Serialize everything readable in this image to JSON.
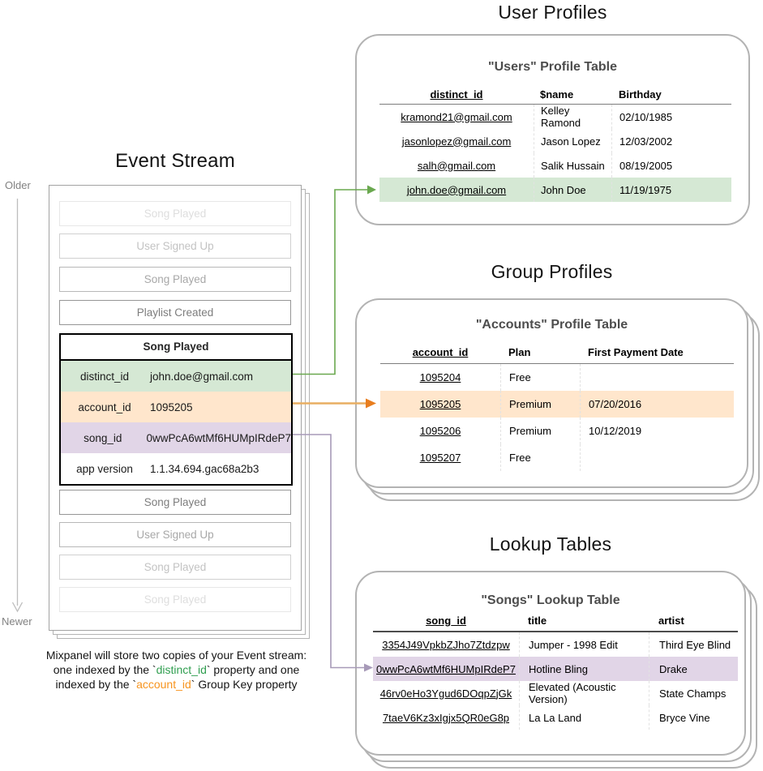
{
  "event_stream": {
    "title": "Event Stream",
    "older_label": "Older",
    "newer_label": "Newer",
    "events_before": [
      {
        "label": "Song Played",
        "fade": 3
      },
      {
        "label": "User Signed Up",
        "fade": 2
      },
      {
        "label": "Song Played",
        "fade": 1
      },
      {
        "label": "Playlist Created",
        "fade": 0
      }
    ],
    "detail_event": {
      "title": "Song Played",
      "properties": [
        {
          "key": "distinct_id",
          "value": "john.doe@gmail.com",
          "highlight": "green"
        },
        {
          "key": "account_id",
          "value": "1095205",
          "highlight": "orange"
        },
        {
          "key": "song_id",
          "value": "0wwPcA6wtMf6HUMpIRdeP7",
          "highlight": "purple"
        },
        {
          "key": "app version",
          "value": "1.1.34.694.gac68a2b3",
          "highlight": "none"
        }
      ]
    },
    "events_after": [
      {
        "label": "Song Played",
        "fade": 0
      },
      {
        "label": "User Signed Up",
        "fade": 1
      },
      {
        "label": "Song Played",
        "fade": 2
      },
      {
        "label": "Song Played",
        "fade": 3
      }
    ]
  },
  "user_profiles": {
    "section_title": "User Profiles",
    "table_title": "\"Users\" Profile Table",
    "columns": [
      "distinct_id",
      "$name",
      "Birthday"
    ],
    "rows": [
      [
        "kramond21@gmail.com",
        "Kelley Ramond",
        "02/10/1985"
      ],
      [
        "jasonlopez@gmail.com",
        "Jason Lopez",
        "12/03/2002"
      ],
      [
        "salh@gmail.com",
        "Salik Hussain",
        "08/19/2005"
      ],
      [
        "john.doe@gmail.com",
        "John Doe",
        "11/19/1975"
      ]
    ],
    "highlighted_row_index": 3
  },
  "group_profiles": {
    "section_title": "Group Profiles",
    "table_title": "\"Accounts\" Profile Table",
    "columns": [
      "account_id",
      "Plan",
      "First Payment Date"
    ],
    "rows": [
      [
        "1095204",
        "Free",
        ""
      ],
      [
        "1095205",
        "Premium",
        "07/20/2016"
      ],
      [
        "1095206",
        "Premium",
        "10/12/2019"
      ],
      [
        "1095207",
        "Free",
        ""
      ]
    ],
    "highlighted_row_index": 1
  },
  "lookup_tables": {
    "section_title": "Lookup Tables",
    "table_title": "\"Songs\" Lookup Table",
    "columns": [
      "song_id",
      "title",
      "artist"
    ],
    "rows": [
      [
        "3354J49VpkbZJho7Ztdzpw",
        "Jumper - 1998 Edit",
        "Third Eye Blind"
      ],
      [
        "0wwPcA6wtMf6HUMpIRdeP7",
        "Hotline Bling",
        "Drake"
      ],
      [
        "46rv0eHo3Ygud6DOqpZjGk",
        "Elevated (Acoustic Version)",
        "State Champs"
      ],
      [
        "7taeV6Kz3xIgjx5QR0eG8p",
        "La La Land",
        "Bryce Vine"
      ]
    ],
    "highlighted_row_index": 1
  },
  "caption": {
    "line1": "Mixpanel will store two copies of your Event stream:",
    "line2_pre": "one indexed by the `",
    "line2_code": "distinct_id",
    "line2_post": "` property and one",
    "line3_pre": "indexed by the `",
    "line3_code": "account_id",
    "line3_post": "` Group Key property"
  },
  "colors": {
    "green_fill": "#d5e8d4",
    "orange_fill": "#ffe6cc",
    "purple_fill": "#e1d5e7",
    "green_accent": "#6aa84f",
    "orange_line": "#e8ae62",
    "orange_arrowhead": "#e87d1e",
    "purple_accent": "#a79ab8",
    "caption_green": "#2f9e4f",
    "caption_orange": "#f7941e",
    "card_border": "#b3b3b3"
  }
}
